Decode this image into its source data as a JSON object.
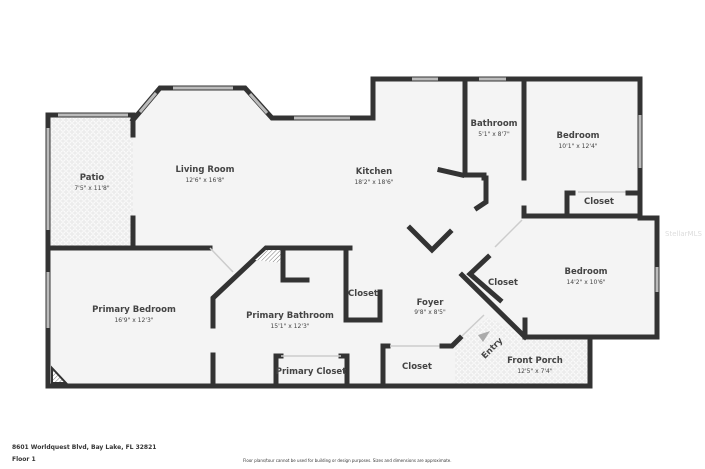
{
  "floorplan": {
    "rooms": [
      {
        "name": "Patio",
        "dims": "7'5\" x 11'8\""
      },
      {
        "name": "Living Room",
        "dims": "12'6\" x 16'8\""
      },
      {
        "name": "Kitchen",
        "dims": "18'2\" x 18'6\""
      },
      {
        "name": "Bathroom",
        "dims": "5'1\" x 8'7\""
      },
      {
        "name": "Bedroom",
        "dims": "10'1\" x 12'4\""
      },
      {
        "name": "Closet"
      },
      {
        "name": "Bedroom",
        "dims": "14'2\" x 10'6\""
      },
      {
        "name": "Closet"
      },
      {
        "name": "Primary Bedroom",
        "dims": "16'9\" x 12'3\""
      },
      {
        "name": "Primary Bathroom",
        "dims": "15'1\" x 12'3\""
      },
      {
        "name": "Closet"
      },
      {
        "name": "Primary Closet"
      },
      {
        "name": "Foyer",
        "dims": "9'8\" x 8'5\""
      },
      {
        "name": "Closet"
      },
      {
        "name": "Front Porch",
        "dims": "12'5\" x 7'4\""
      }
    ],
    "entry_label": "Entry",
    "watermark": "StellarMLS"
  },
  "footer": {
    "address": "8601 Worldquest Blvd, Bay Lake, FL 32821",
    "floor": "Floor 1",
    "disclaimer": "Floor plans/tour cannot be used for building or design purposes. Sizes and dimensions are approximate."
  },
  "colors": {
    "wall": "#333333",
    "floor": "#f4f4f4",
    "outdoor": "#e9e9e9"
  }
}
